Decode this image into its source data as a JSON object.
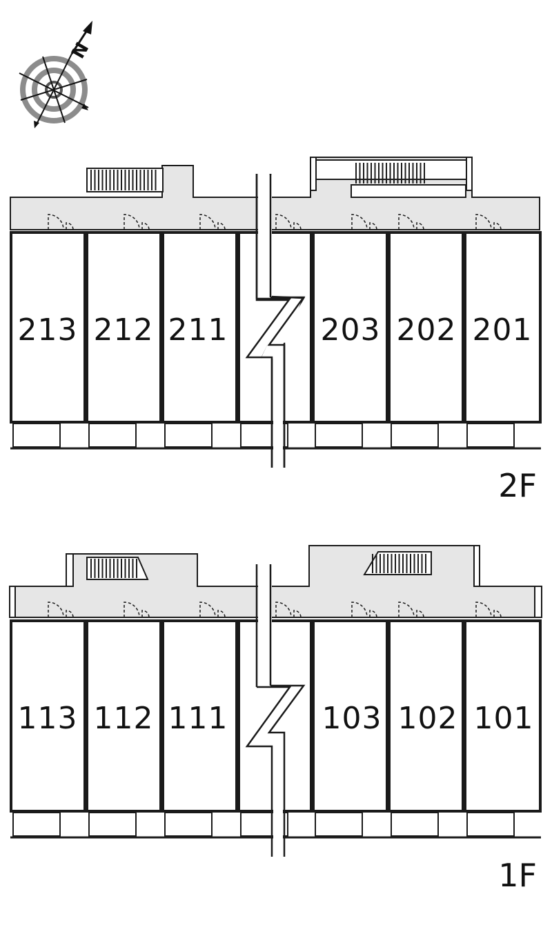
{
  "compass": {
    "north_letter": "N"
  },
  "floors": [
    {
      "id": "2F",
      "label": "2F",
      "units_left": [
        "213",
        "212",
        "211"
      ],
      "units_right": [
        "203",
        "202",
        "201"
      ]
    },
    {
      "id": "1F",
      "label": "1F",
      "units_left": [
        "113",
        "112",
        "111"
      ],
      "units_right": [
        "103",
        "102",
        "101"
      ]
    }
  ],
  "colors": {
    "corridor": "#e6e6e6",
    "wall": "#1a1a1a",
    "compass_ring": "#8c8c8c"
  }
}
